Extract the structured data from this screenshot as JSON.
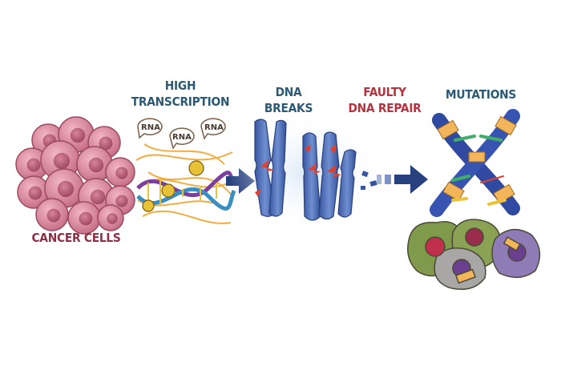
{
  "stages": [
    {
      "label": "CANCER CELLS",
      "color": "#8e2f45"
    },
    {
      "label": "HIGH TRANSCRIPTION",
      "line1": "HIGH",
      "line2": "TRANSCRIPTION",
      "color": "#2c5a74"
    },
    {
      "label": "DNA BREAKS",
      "line1": "DNA",
      "line2": "BREAKS",
      "color": "#2c5a74"
    },
    {
      "label": "FAULTY DNA REPAIR",
      "line1": "FAULTY",
      "line2": "DNA REPAIR",
      "color": "#b5323f"
    },
    {
      "label": "MUTATIONS",
      "color": "#2c5a74"
    }
  ],
  "rna_bubbles": [
    "RNA",
    "RNA",
    "RNA"
  ],
  "colors": {
    "arrow": "#27407e",
    "chromosome": "#4c6bb5",
    "cell": "#d9879b",
    "break": "#e0402c"
  }
}
